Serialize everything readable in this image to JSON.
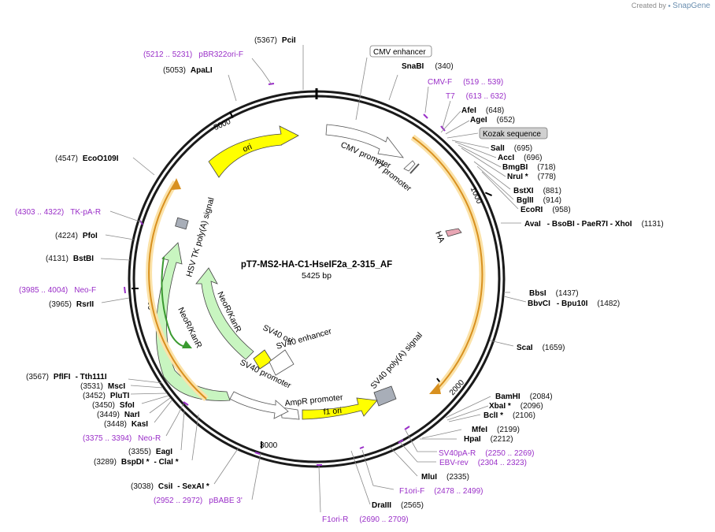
{
  "credit": {
    "prefix": "Created by",
    "brand": "SnapGene"
  },
  "plasmid": {
    "name": "pT7-MS2-HA-C1-HseIF2a_2-315_AF",
    "size": "5425 bp"
  },
  "ticks": [
    "1000",
    "2000",
    "3000",
    "4000",
    "5000"
  ],
  "enzymes": {
    "PciI": {
      "pos": "(5367)",
      "name": "PciI"
    },
    "SnaBI": {
      "pos": "(340)",
      "name": "SnaBI"
    },
    "ApaLI": {
      "pos": "(5053)",
      "name": "ApaLI"
    },
    "AfeI": {
      "pos": "(648)",
      "name": "AfeI"
    },
    "AgeI": {
      "pos": "(652)",
      "name": "AgeI"
    },
    "SalI": {
      "pos": "(695)",
      "name": "SalI"
    },
    "AccI": {
      "pos": "(696)",
      "name": "AccI"
    },
    "BmgBI": {
      "pos": "(718)",
      "name": "BmgBI"
    },
    "NruI": {
      "pos": "(778)",
      "name": "NruI *"
    },
    "EcoO109I": {
      "pos": "(4547)",
      "name": "EcoO109I"
    },
    "BstXI": {
      "pos": "(881)",
      "name": "BstXI"
    },
    "BglII": {
      "pos": "(914)",
      "name": "BglII"
    },
    "EcoRI": {
      "pos": "(958)",
      "name": "EcoRI"
    },
    "AvaI": {
      "pos": "(1131)",
      "name": "AvaI",
      "others": "- BsoBI   - PaeR7I   - XhoI"
    },
    "PfoI": {
      "pos": "(4224)",
      "name": "PfoI"
    },
    "BstBI": {
      "pos": "(4131)",
      "name": "BstBI"
    },
    "RsrII": {
      "pos": "(3965)",
      "name": "RsrII"
    },
    "BbsI": {
      "pos": "(1437)",
      "name": "BbsI"
    },
    "BbvCI": {
      "pos": "(1482)",
      "name": "BbvCI",
      "others": "- Bpu10I"
    },
    "ScaI": {
      "pos": "(1659)",
      "name": "ScaI"
    },
    "PflFI": {
      "pos": "(3567)",
      "name": "PflFI",
      "others": "- Tth111I"
    },
    "MscI": {
      "pos": "(3531)",
      "name": "MscI"
    },
    "PluTI": {
      "pos": "(3452)",
      "name": "PluTI"
    },
    "SfoI": {
      "pos": "(3450)",
      "name": "SfoI"
    },
    "NarI": {
      "pos": "(3449)",
      "name": "NarI"
    },
    "KasI": {
      "pos": "(3448)",
      "name": "KasI"
    },
    "BamHI": {
      "pos": "(2084)",
      "name": "BamHI"
    },
    "XbaI": {
      "pos": "(2096)",
      "name": "XbaI *"
    },
    "BclI": {
      "pos": "(2106)",
      "name": "BclI *"
    },
    "MfeI": {
      "pos": "(2199)",
      "name": "MfeI"
    },
    "HpaI": {
      "pos": "(2212)",
      "name": "HpaI"
    },
    "EagI": {
      "pos": "(3355)",
      "name": "EagI"
    },
    "BspDI": {
      "pos": "(3289)",
      "name": "BspDI *",
      "others": "- ClaI *"
    },
    "MluI": {
      "pos": "(2335)",
      "name": "MluI"
    },
    "CsiI": {
      "pos": "(3038)",
      "name": "CsiI",
      "others": "- SexAI *"
    },
    "DraIII": {
      "pos": "(2565)",
      "name": "DraIII"
    }
  },
  "primers": {
    "pBR322ori": {
      "range": "(5212 .. 5231)",
      "name": "pBR322ori-F"
    },
    "CMVF": {
      "name": "CMV-F",
      "range": "(519 .. 539)"
    },
    "T7": {
      "name": "T7",
      "range": "(613 .. 632)"
    },
    "TKpA": {
      "range": "(4303 .. 4322)",
      "name": "TK-pA-R"
    },
    "NeoF": {
      "range": "(3985 .. 4004)",
      "name": "Neo-F"
    },
    "NeoR": {
      "range": "(3375 .. 3394)",
      "name": "Neo-R"
    },
    "SV40pA": {
      "name": "SV40pA-R",
      "range": "(2250 .. 2269)"
    },
    "EBV": {
      "name": "EBV-rev",
      "range": "(2304 .. 2323)"
    },
    "F1oriF": {
      "name": "F1ori-F",
      "range": "(2478 .. 2499)"
    },
    "pBABE": {
      "range": "(2952 .. 2972)",
      "name": "pBABE 3'"
    },
    "F1oriR": {
      "name": "F1ori-R",
      "range": "(2690 .. 2709)"
    }
  },
  "boxed_labels": {
    "cmv_enhancer": "CMV enhancer",
    "kozak": "Kozak sequence"
  },
  "features": {
    "ori": "ori",
    "cmv_promoter": "CMV promoter",
    "t7_promoter": "T7 promoter",
    "ha": "HA",
    "hsv_tk": "HSV TK poly(A) signal",
    "neor_outer": "NeoR/KanR",
    "neor_inner": "NeoR/KanR",
    "sv40_ori": "SV40 ori",
    "sv40_enhancer": "SV40 enhancer",
    "sv40_promoter": "SV40 promoter",
    "ampr_promoter": "AmpR promoter",
    "f1_ori": "f1 ori",
    "sv40_polya": "SV40 poly(A) signal"
  },
  "colors": {
    "backbone": "#1a1a1a",
    "ori": "#ffff00",
    "orf": "#f2a33a",
    "orf_halo": "#fbe2a8",
    "neo_green": "#c8f5c0",
    "neo_line": "#3a9a30",
    "primer": "#9a2fc8",
    "promoter": "#ffffff",
    "polya": "#a8aeb8",
    "ha": "#e8a6b4"
  }
}
